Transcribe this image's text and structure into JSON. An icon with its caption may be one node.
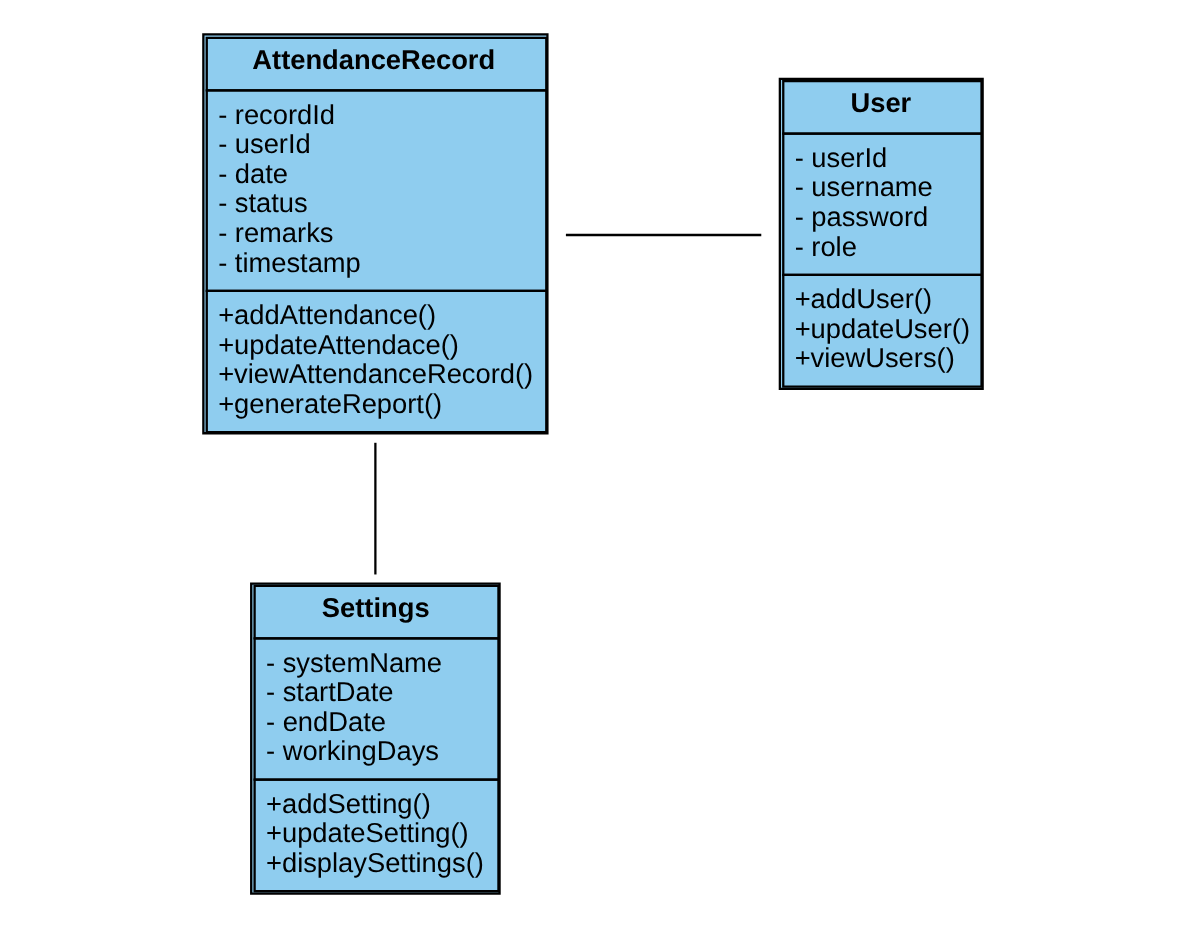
{
  "diagram": {
    "nodes": [
      {
        "text": [
          "AttendanceRecord",
          "- recordId",
          "- userId",
          "- date",
          "- status",
          "- remarks",
          "- timestamp",
          "+addAttendance()",
          "+updateAttendace()",
          "+viewAttendanceRecord()",
          "+generateReport()"
        ]
      },
      {
        "text": [
          "User",
          "- userId",
          "- username",
          "- password",
          "- role",
          "+addUser()",
          "+updateUser()",
          "+viewUsers()"
        ]
      },
      {
        "text": [
          "Settings",
          "- systemName",
          "- startDate",
          "- endDate",
          "- workingDays",
          "+addSetting()",
          "+updateSetting()",
          "+displaySettings()"
        ]
      }
    ],
    "edges": [
      {
        "from": 0,
        "to": 1,
        "arrow": "none"
      },
      {
        "from": 0,
        "to": 2,
        "arrow": "none"
      }
    ]
  }
}
